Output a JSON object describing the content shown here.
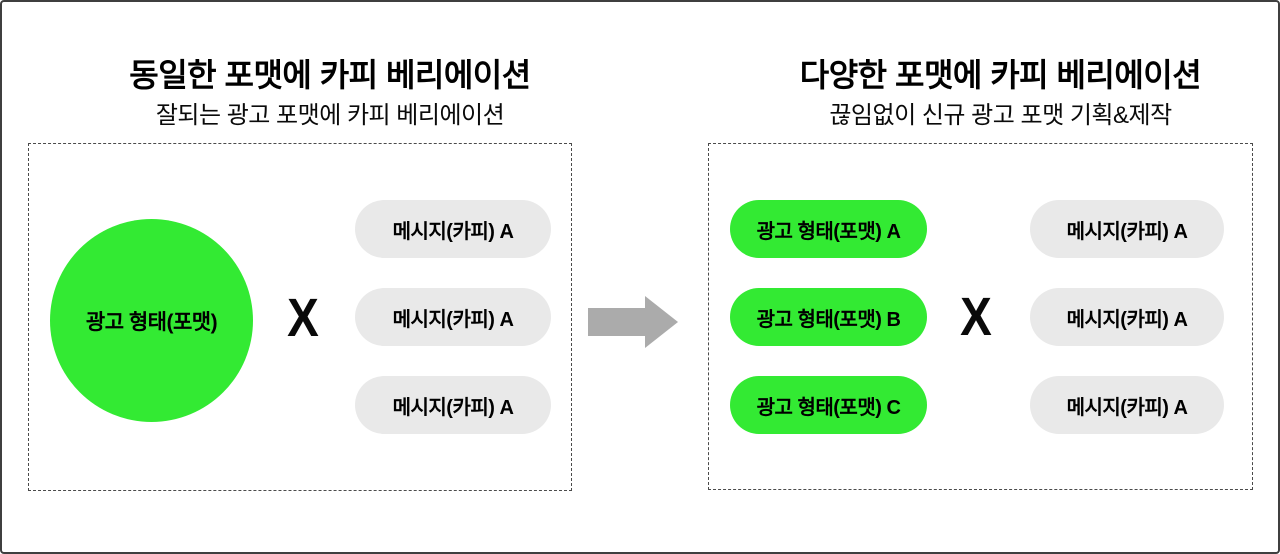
{
  "left_panel": {
    "title": "동일한 포맷에 카피 베리에이션",
    "subtitle": "잘되는 광고 포맷에 카피 베리에이션",
    "format_circle_label": "광고 형태(포맷)",
    "multiply_symbol": "X",
    "message_pills": [
      "메시지(카피) A",
      "메시지(카피) A",
      "메시지(카피) A"
    ]
  },
  "right_panel": {
    "title": "다양한 포맷에 카피 베리에이션",
    "subtitle": "끊임없이 신규 광고 포맷 기획&제작",
    "format_pills": [
      "광고 형태(포맷) A",
      "광고 형태(포맷) B",
      "광고 형태(포맷) C"
    ],
    "multiply_symbol": "X",
    "message_pills": [
      "메시지(카피) A",
      "메시지(카피) A",
      "메시지(카피) A"
    ]
  },
  "colors": {
    "accent_green": "#33ea33",
    "pill_gray": "#e9e9e9",
    "arrow_gray": "#ababab",
    "text_black": "#000000",
    "dashed_border": "#4a4a4a"
  }
}
